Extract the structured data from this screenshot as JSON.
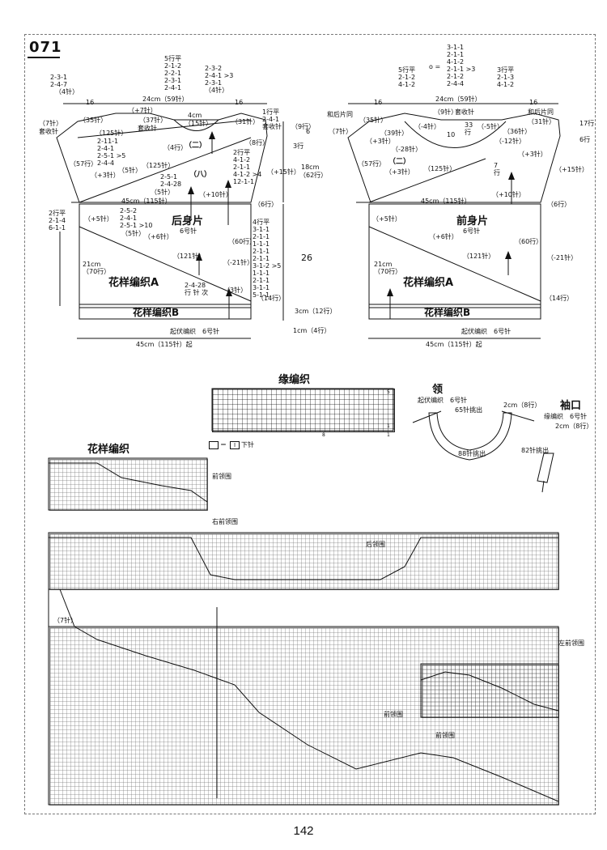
{
  "pattern_number": "071",
  "page_number": "142",
  "back": {
    "title": "后身片",
    "needle": "6号针",
    "shoulder_left_rule": [
      "2-3-1",
      "2-4-7",
      "（4针）"
    ],
    "shoulder_center_top": [
      "5行平",
      "2-1-2",
      "2-2-1",
      "2-3-1",
      "2-4-1"
    ],
    "shoulder_center_right": [
      "2-3-2",
      "2-4-1",
      "2-3-1",
      "（4针）"
    ],
    "shoulder_center_mult": ">3",
    "width_24": "24cm（59针）",
    "side_16_left": "16",
    "side_16_right": "16",
    "neck_4cm": "4cm",
    "neck_15": "（15针）",
    "stitches_35": "（35针）",
    "stitches_7_left": "（7针）",
    "bind_off_left": "套收针",
    "plus7": "（+7针）",
    "stitches_37": "（37针）",
    "bind_off_center": "套收针",
    "stitches_125_top": "（125针）",
    "stitches_31": "（31针）",
    "rows_1_flat": "1行平",
    "rows_241": "2-4-1",
    "rows_bind_right": "套收针",
    "rows_6": "6",
    "rows_9": "（9行）",
    "rows_3": "3行",
    "rows_8": "（8行）",
    "rows_4": "（4行）",
    "dec_er": "（二）",
    "rule_left": [
      "2-11-1",
      "2-4-1",
      "2-5-1",
      "2-4-4"
    ],
    "rule_left_mult": ">5",
    "stitches_5": "（5针）",
    "stitches_57": "（57行）",
    "plus3": "（+3针）",
    "stitches_125_mid": "（125针）",
    "rule_mid_right": [
      "2行平",
      "4-1-2",
      "2-1-1",
      "4-1-2",
      "12-1-1"
    ],
    "rule_mid_right_mult": ">4",
    "plus15": "（+15针）",
    "dec_ba": "（八）",
    "rule_small": [
      "2-5-1",
      "2-4-28"
    ],
    "stitches_5b": "（5针）",
    "plus10": "（+10针）",
    "height_18": "18cm",
    "height_62": "（62行）",
    "width_45": "45cm（115针）",
    "rows_6b": "（6行）",
    "rule_low_left": [
      "2行平",
      "2-1-4",
      "6-1-1"
    ],
    "plus5": "（+5针）",
    "rule_low_center": [
      "2-5-2",
      "2-4-1",
      "2-5-1"
    ],
    "rule_low_center_mult": ">10",
    "stitches_5c": "（5针）",
    "plus6": "（+6针）",
    "rule_right_column": [
      "4行平",
      "3-1-1",
      "2-1-1",
      "1-1-1",
      "2-1-1",
      "2-1-1",
      "3-1-2",
      "1-1-1",
      "2-1-1",
      "3-1-1",
      "5-1-1"
    ],
    "rule_right_mult": ">5",
    "stitches_60": "（60行）",
    "minus21": "（-21针）",
    "height_26": "26",
    "height_21": "21cm",
    "rows_70": "（70行）",
    "stitches_121": "（121针）",
    "pattern_a": "花样编织A",
    "rule_bottom": [
      "2-4-28",
      "行 针 次"
    ],
    "stitches_3": "（3针）",
    "rows_14": "（14行）",
    "pattern_b": "花样编织B",
    "height_3cm": "3cm（12行）",
    "height_1cm": "1cm（4行）",
    "cast_on": "起伏编织　6号针",
    "bottom_width": "45cm（115针）起"
  },
  "front": {
    "title": "前身片",
    "needle": "6号针",
    "neck_top": [
      "3-1-1",
      "2-1-1",
      "4-1-2",
      "2-1-1",
      "2-1-2",
      "2-4-4"
    ],
    "neck_mult": ">3",
    "neck_eq": "o =",
    "left_rule": [
      "5行平",
      "2-1-2",
      "4-1-2"
    ],
    "right_rule": [
      "3行平",
      "2-1-3",
      "4-1-2"
    ],
    "width_24": "24cm（59针）",
    "side_16_left": "16",
    "side_16_right": "16",
    "same_back_left": "和后片同",
    "same_back_right": "和后片同",
    "stitches_35": "（35针）",
    "stitches_9": "（9针）",
    "bind_off": "套收针",
    "stitches_7": "（7针）",
    "stitches_39": "（39针）",
    "minus4": "（-4针）",
    "rows_33": "33",
    "rows_33b": "行",
    "minus5": "（-5针）",
    "stitches_36": "（36针）",
    "stitches_31": "（31针）",
    "rows_17": "17行",
    "rows_6": "6行",
    "plus3_left": "（+3针）",
    "minus28": "（-28针）",
    "rows_10": "10",
    "minus12": "（-12针）",
    "plus3_right": "（+3针）",
    "dec_er": "（二）",
    "stitches_57": "（57行）",
    "plus3_mid": "（+3针）",
    "stitches_125": "（125针）",
    "rows_7": "7",
    "rows_7b": "行",
    "plus15": "（+15针）",
    "plus10": "（+10针）",
    "width_45": "45cm（115针）",
    "rows_6b": "（6行）",
    "plus5": "（+5针）",
    "plus6": "（+6针）",
    "stitches_60": "（60行）",
    "minus21": "（-21针）",
    "height_21": "21cm",
    "rows_70": "（70行）",
    "stitches_121": "（121针）",
    "pattern_a": "花样编织A",
    "rows_14": "（14行）",
    "pattern_b": "花样编织B",
    "cast_on": "起伏编织　6号针",
    "bottom_width": "45cm（115针）起"
  },
  "edging": {
    "title": "缘编织",
    "legend": "＝",
    "legend_sym": "I",
    "legend_text": "下针",
    "row_marks": [
      "5",
      "1"
    ],
    "col_marks": [
      "8",
      "1"
    ]
  },
  "collar": {
    "title": "领",
    "method": "起伏编织　6号针",
    "pickup_top": "65针挑出",
    "pickup_bottom": "88针挑出",
    "width": "2cm（8行）"
  },
  "cuff": {
    "title": "袖口",
    "method": "缘编织　6号针",
    "width": "2cm（8行）",
    "pickup": "82针挑出"
  },
  "chart": {
    "title": "花样编织",
    "label_front_neck": "前领围",
    "label_right_front_neck": "右前领围",
    "label_back_neck": "后领围",
    "label_left_front_neck": "左前领围",
    "label_front_neck_b": "前领围",
    "label_front_neck_c": "前领围",
    "label_7": "（7针）"
  }
}
